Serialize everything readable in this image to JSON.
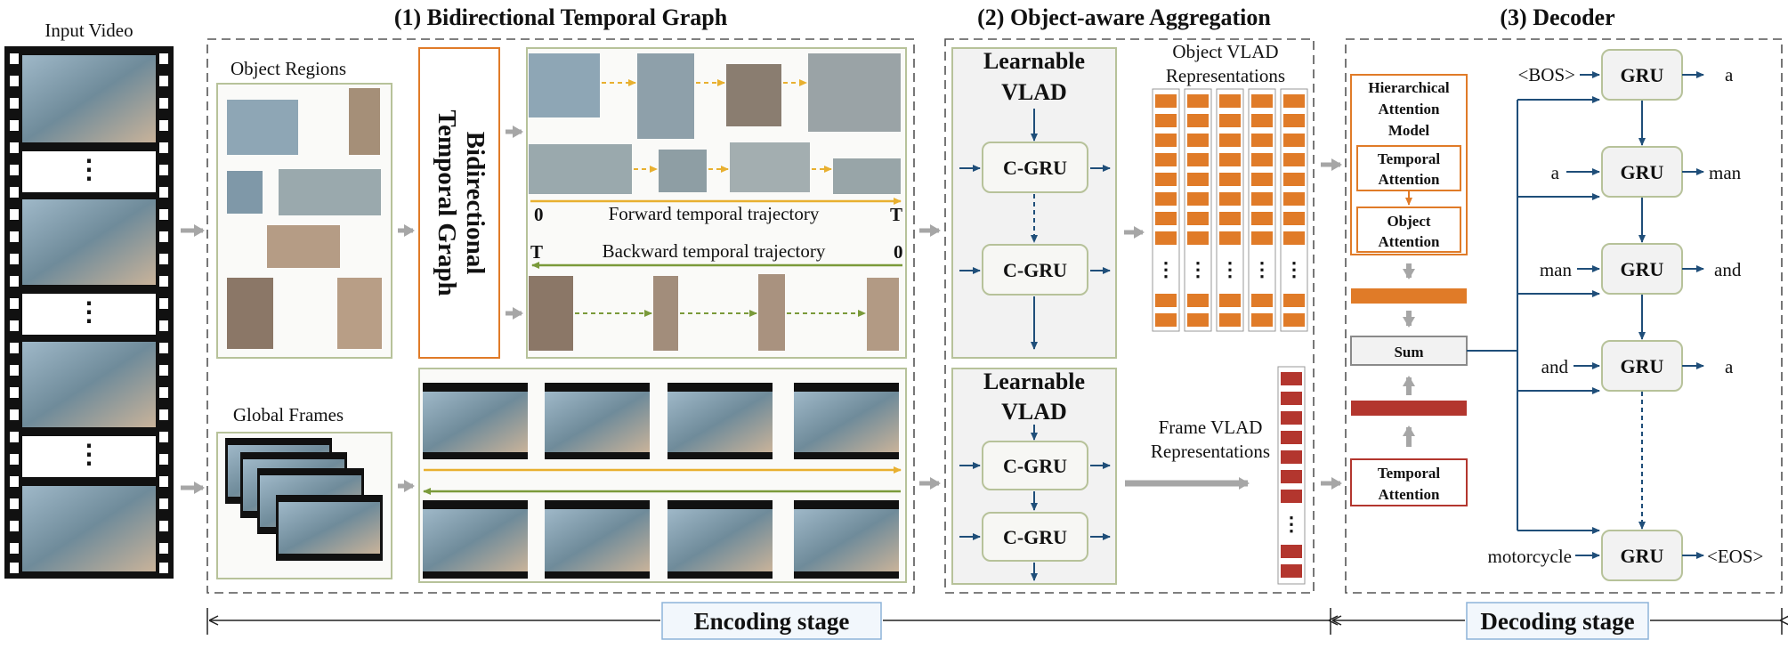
{
  "input_video": {
    "title": "Input Video",
    "ellipsis": "⋮"
  },
  "section1": {
    "title": "(1) Bidirectional Temporal Graph",
    "object_regions": "Object Regions",
    "graph_line1": "Bidirectional",
    "graph_line2": "Temporal Graph",
    "forward": "Forward temporal trajectory",
    "backward": "Backward temporal trajectory",
    "zero": "0",
    "tee": "T",
    "global_frames": "Global Frames"
  },
  "section2": {
    "title": "(2) Object-aware Aggregation",
    "vlad_line1": "Learnable",
    "vlad_line2": "VLAD",
    "cgru": "C-GRU",
    "object_vlad_line1": "Object VLAD",
    "object_vlad_line2": "Representations",
    "frame_vlad_line1": "Frame VLAD",
    "frame_vlad_line2": "Representations",
    "vdots": "⋮"
  },
  "section3": {
    "title": "(3) Decoder",
    "ham_line1": "Hierarchical",
    "ham_line2": "Attention",
    "ham_line3": "Model",
    "ta_line1": "Temporal",
    "ta_line2": "Attention",
    "oa_line1": "Object",
    "oa_line2": "Attention",
    "sum": "Sum",
    "gru": "GRU",
    "inputs": [
      "<BOS>",
      "a",
      "man",
      "and",
      "motorcycle"
    ],
    "outputs": [
      "a",
      "man",
      "and",
      "a",
      "<EOS>"
    ]
  },
  "stages": {
    "encoding": "Encoding stage",
    "decoding": "Decoding stage"
  },
  "colors": {
    "orange": "#e07b28",
    "olive": "#8aa050",
    "red": "#b3362e",
    "yellow_arrow": "#e8b030",
    "green_arrow": "#7a9a3a",
    "navy": "#1f4e79",
    "gray_arrow": "#a6a6a6",
    "stage_border": "#8db3d9",
    "stage_bg": "#f2f7fc"
  }
}
